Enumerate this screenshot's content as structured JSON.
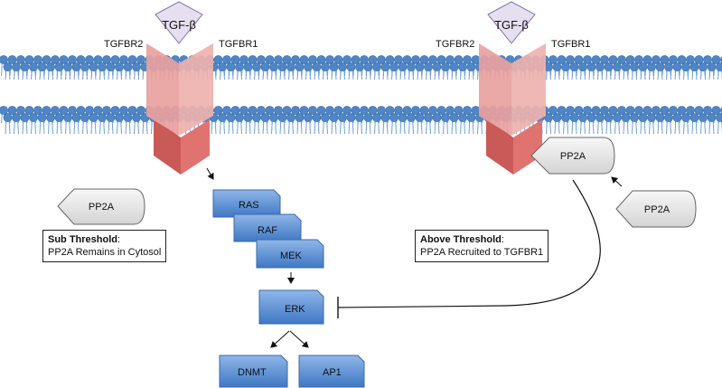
{
  "ligand": "TGF-β",
  "receptor_left": "TGFBR2",
  "receptor_right": "TGFBR1",
  "pathway": [
    "RAS",
    "RAF",
    "MEK",
    "ERK",
    "DNMT",
    "AP1"
  ],
  "pp2a_label": "PP2A",
  "sub_threshold": {
    "title": "Sub Threshold",
    "colon": ":",
    "text": "PP2A Remains in Cytosol"
  },
  "above_threshold": {
    "title": "Above Threshold",
    "colon": ":",
    "text": "PP2A Recruited to TGFBR1"
  },
  "colors": {
    "lipid_head": "#4f86c6",
    "lipid_tail": "#6f9fd8",
    "receptor_front": "#e08a88",
    "receptor_side": "#c95a57",
    "ligand_fill": "#e4dcef",
    "kinase_fill": "#5b8fd4",
    "pp2a_fill": "#e9e9e9"
  }
}
